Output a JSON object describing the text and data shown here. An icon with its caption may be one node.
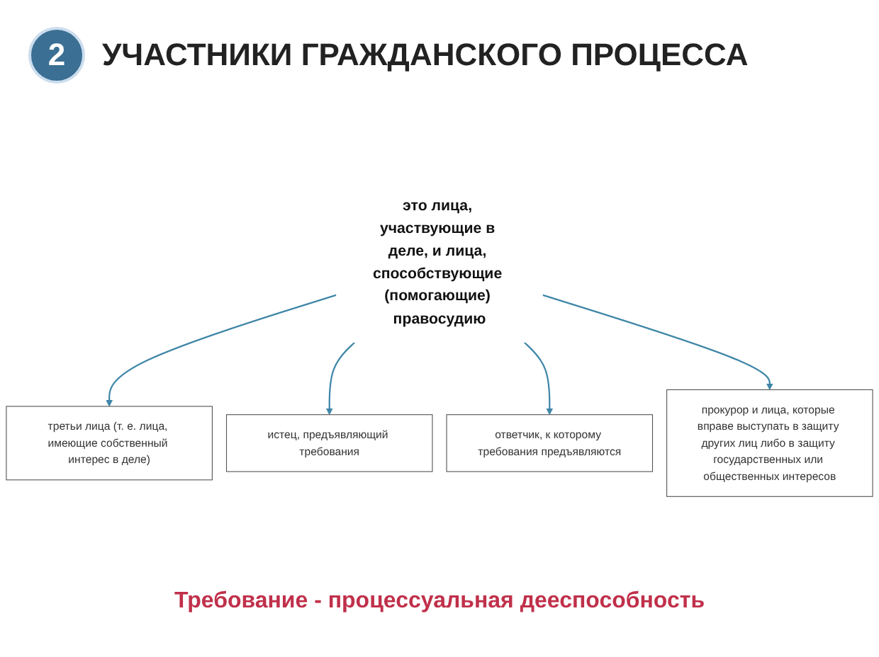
{
  "diagram": {
    "title": "УЧАСТНИКИ ГРАЖДАНСКОГО ПРОЦЕССА",
    "nodes": [
      {
        "text": [
          "2"
        ]
      },
      {
        "text": [
          "это лица, участвующие в деле, и лица, способствующие (помогающие) правосудию"
        ]
      },
      {
        "text": [
          "третьи лица (т. е. лица, имеющие собственный интерес в деле)"
        ]
      },
      {
        "text": [
          "истец, предъявляющий требования"
        ]
      },
      {
        "text": [
          "ответчик, к которому требования предъявляются"
        ]
      },
      {
        "text": [
          "прокурор и лица, которые вправе выступать в защиту других лиц либо в защиту государственных или общественных интересов"
        ]
      }
    ],
    "edges": [
      {
        "from": 1,
        "to": 2,
        "arrow": "to"
      },
      {
        "from": 1,
        "to": 3,
        "arrow": "to"
      },
      {
        "from": 1,
        "to": 4,
        "arrow": "to"
      },
      {
        "from": 1,
        "to": 5,
        "arrow": "to"
      }
    ],
    "caption": "Требование - процессуальная дееспособность"
  }
}
